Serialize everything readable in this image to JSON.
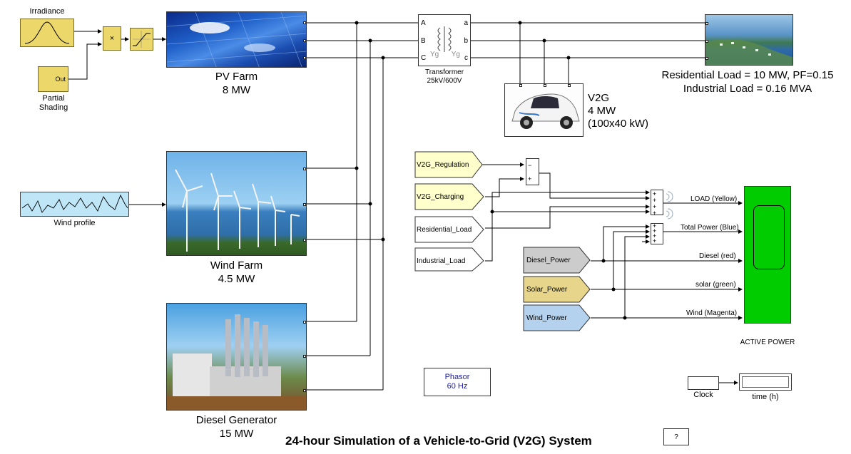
{
  "title": "24-hour Simulation of a Vehicle-to-Grid (V2G) System",
  "help_button": "?",
  "blocks": {
    "irradiance": "Irradiance",
    "partial_shading": "Partial\nShading",
    "shading_out": "Out",
    "multiply": "×",
    "wind_profile": "Wind profile",
    "pv_farm_name": "PV Farm",
    "pv_farm_rating": "8 MW",
    "wind_farm_name": "Wind Farm",
    "wind_farm_rating": "4.5 MW",
    "diesel_name": "Diesel Generator",
    "diesel_rating": "15 MW",
    "transformer_name": "Transformer",
    "transformer_rating": "25kV/600V",
    "transformer_ports_in": [
      "A",
      "B",
      "C"
    ],
    "transformer_ports_out": [
      "a",
      "b",
      "c"
    ],
    "transformer_winding_left": "Yg",
    "transformer_winding_right": "Yg",
    "load_line1": "Residential Load = 10 MW, PF=0.15",
    "load_line2": "Industrial Load = 0.16 MVA",
    "v2g_line1": "V2G",
    "v2g_line2": "4 MW",
    "v2g_line3": "(100x40 kW)",
    "phasor_line1": "Phasor",
    "phasor_line2": "60 Hz",
    "clock": "Clock",
    "time": "time (h)",
    "scope": "ACTIVE POWER"
  },
  "from_tags": {
    "v2g_regulation": "V2G_Regulation",
    "v2g_charging": "V2G_Charging",
    "residential_load": "Residential_Load",
    "industrial_load": "Industrial_Load",
    "diesel_power": "Diesel_Power",
    "solar_power": "Solar_Power",
    "wind_power": "Wind_Power"
  },
  "signals": {
    "load": "LOAD (Yellow)",
    "total": "Total Power (Blue)",
    "diesel": "Diesel (red)",
    "solar": "solar (green)",
    "wind": "Wind (Magenta)"
  },
  "sum_signs": {
    "v2g_sum": [
      "−",
      "+"
    ],
    "load_sum": [
      "+",
      "+",
      "+",
      "+"
    ],
    "total_sum": [
      "+",
      "+",
      "+",
      "+"
    ]
  },
  "colors": {
    "yellow_block": "#ecd76a",
    "from_tag_yellow": "#ffffcc",
    "diesel_tag": "#cccccc",
    "solar_tag": "#e6d58a",
    "wind_tag": "#b4d2ee",
    "scope": "#00cc00",
    "wire": "#000000"
  }
}
